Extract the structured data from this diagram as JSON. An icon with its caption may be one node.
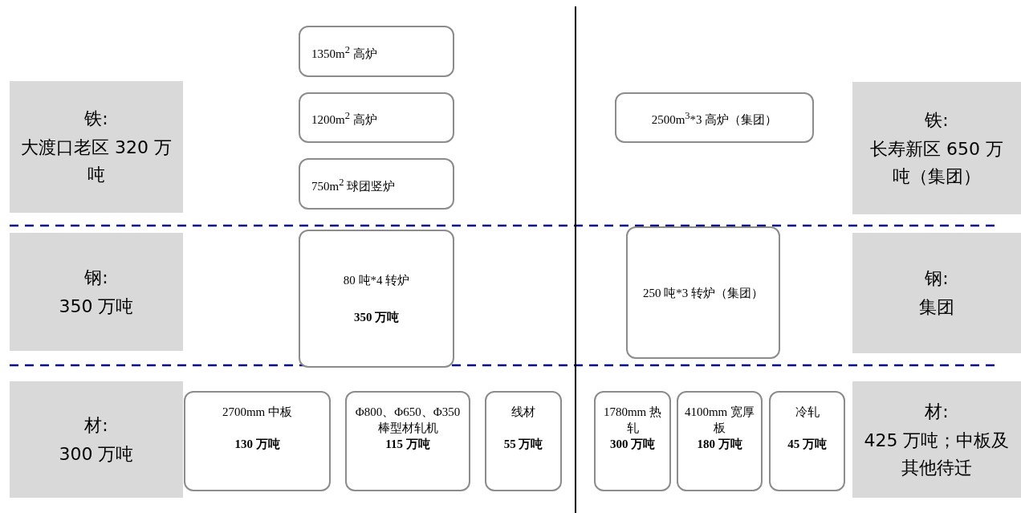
{
  "diagram": {
    "nodes": [
      {
        "text": [
          "铁:",
          "大渡口老区 320 万吨"
        ]
      },
      {
        "text": [
          "1350m$^{2}$ 高炉"
        ]
      },
      {
        "text": [
          "1200m$^{2}$ 高炉"
        ]
      },
      {
        "text": [
          "750m$^{2}$ 球团竖炉"
        ]
      },
      {
        "text": [
          "2500m$^{3}$*3 高炉（集团）"
        ]
      },
      {
        "text": [
          "铁:",
          "长寿新区 650 万吨（集团）"
        ]
      },
      {
        "text": [
          "钢:",
          "350 万吨"
        ]
      },
      {
        "text": [
          "80 吨*4 转炉",
          "350 万吨"
        ]
      },
      {
        "text": [
          "250 吨*3 转炉（集团）"
        ]
      },
      {
        "text": [
          "钢:",
          "集团"
        ]
      },
      {
        "text": [
          "材:",
          "300 万吨"
        ]
      },
      {
        "text": [
          "2700mm 中板",
          "130 万吨"
        ]
      },
      {
        "text": [
          "Φ800、Φ650、Φ350 棒型材轧机",
          "115 万吨"
        ]
      },
      {
        "text": [
          "线材",
          "55 万吨"
        ]
      },
      {
        "text": [
          "1780mm 热轧",
          "300 万吨"
        ]
      },
      {
        "text": [
          "4100mm 宽厚板",
          "180 万吨"
        ]
      },
      {
        "text": [
          "冷轧",
          "45 万吨"
        ]
      },
      {
        "text": [
          "材:",
          "425 万吨；中板及其他待迁"
        ]
      }
    ]
  }
}
